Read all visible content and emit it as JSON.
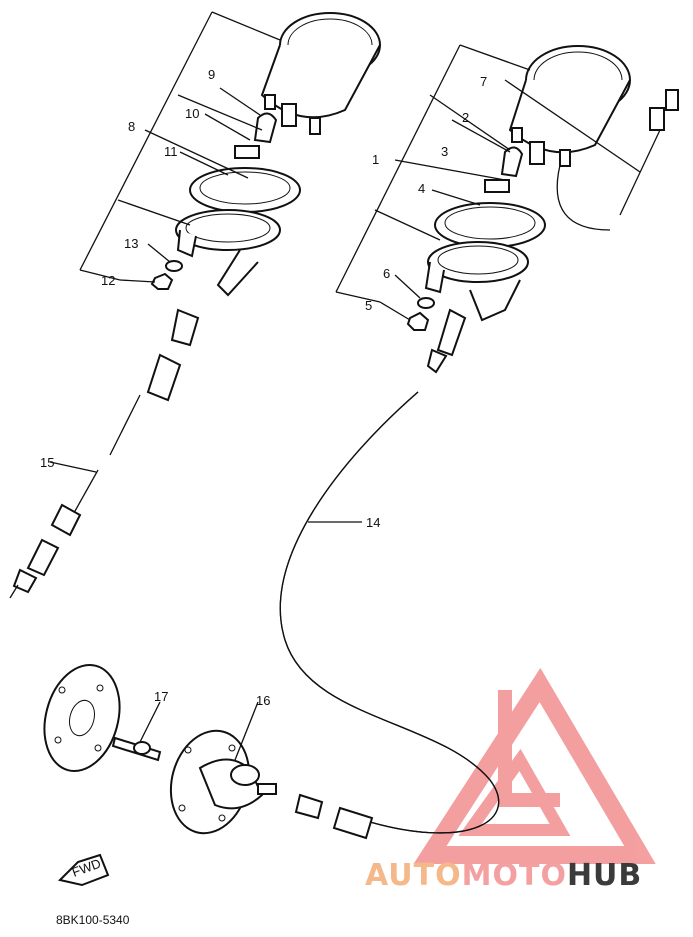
{
  "callouts": [
    {
      "id": "1",
      "label": "1"
    },
    {
      "id": "2",
      "label": "2"
    },
    {
      "id": "3",
      "label": "3"
    },
    {
      "id": "4",
      "label": "4"
    },
    {
      "id": "5",
      "label": "5"
    },
    {
      "id": "6",
      "label": "6"
    },
    {
      "id": "7",
      "label": "7"
    },
    {
      "id": "8",
      "label": "8"
    },
    {
      "id": "9",
      "label": "9"
    },
    {
      "id": "10",
      "label": "10"
    },
    {
      "id": "11",
      "label": "11"
    },
    {
      "id": "12",
      "label": "12"
    },
    {
      "id": "13",
      "label": "13"
    },
    {
      "id": "14",
      "label": "14"
    },
    {
      "id": "15",
      "label": "15"
    },
    {
      "id": "16",
      "label": "16"
    },
    {
      "id": "17",
      "label": "17"
    }
  ],
  "fwd_label": "FWD",
  "diagram_code": "8BK100-5340",
  "watermark": {
    "part1": "AUTO",
    "part2": "MOTO",
    "part3": "HUB",
    "color1": "#f5b88a",
    "color2": "#f4a0a0",
    "color3": "#3b3b3b",
    "triangle_color": "#f08080"
  }
}
